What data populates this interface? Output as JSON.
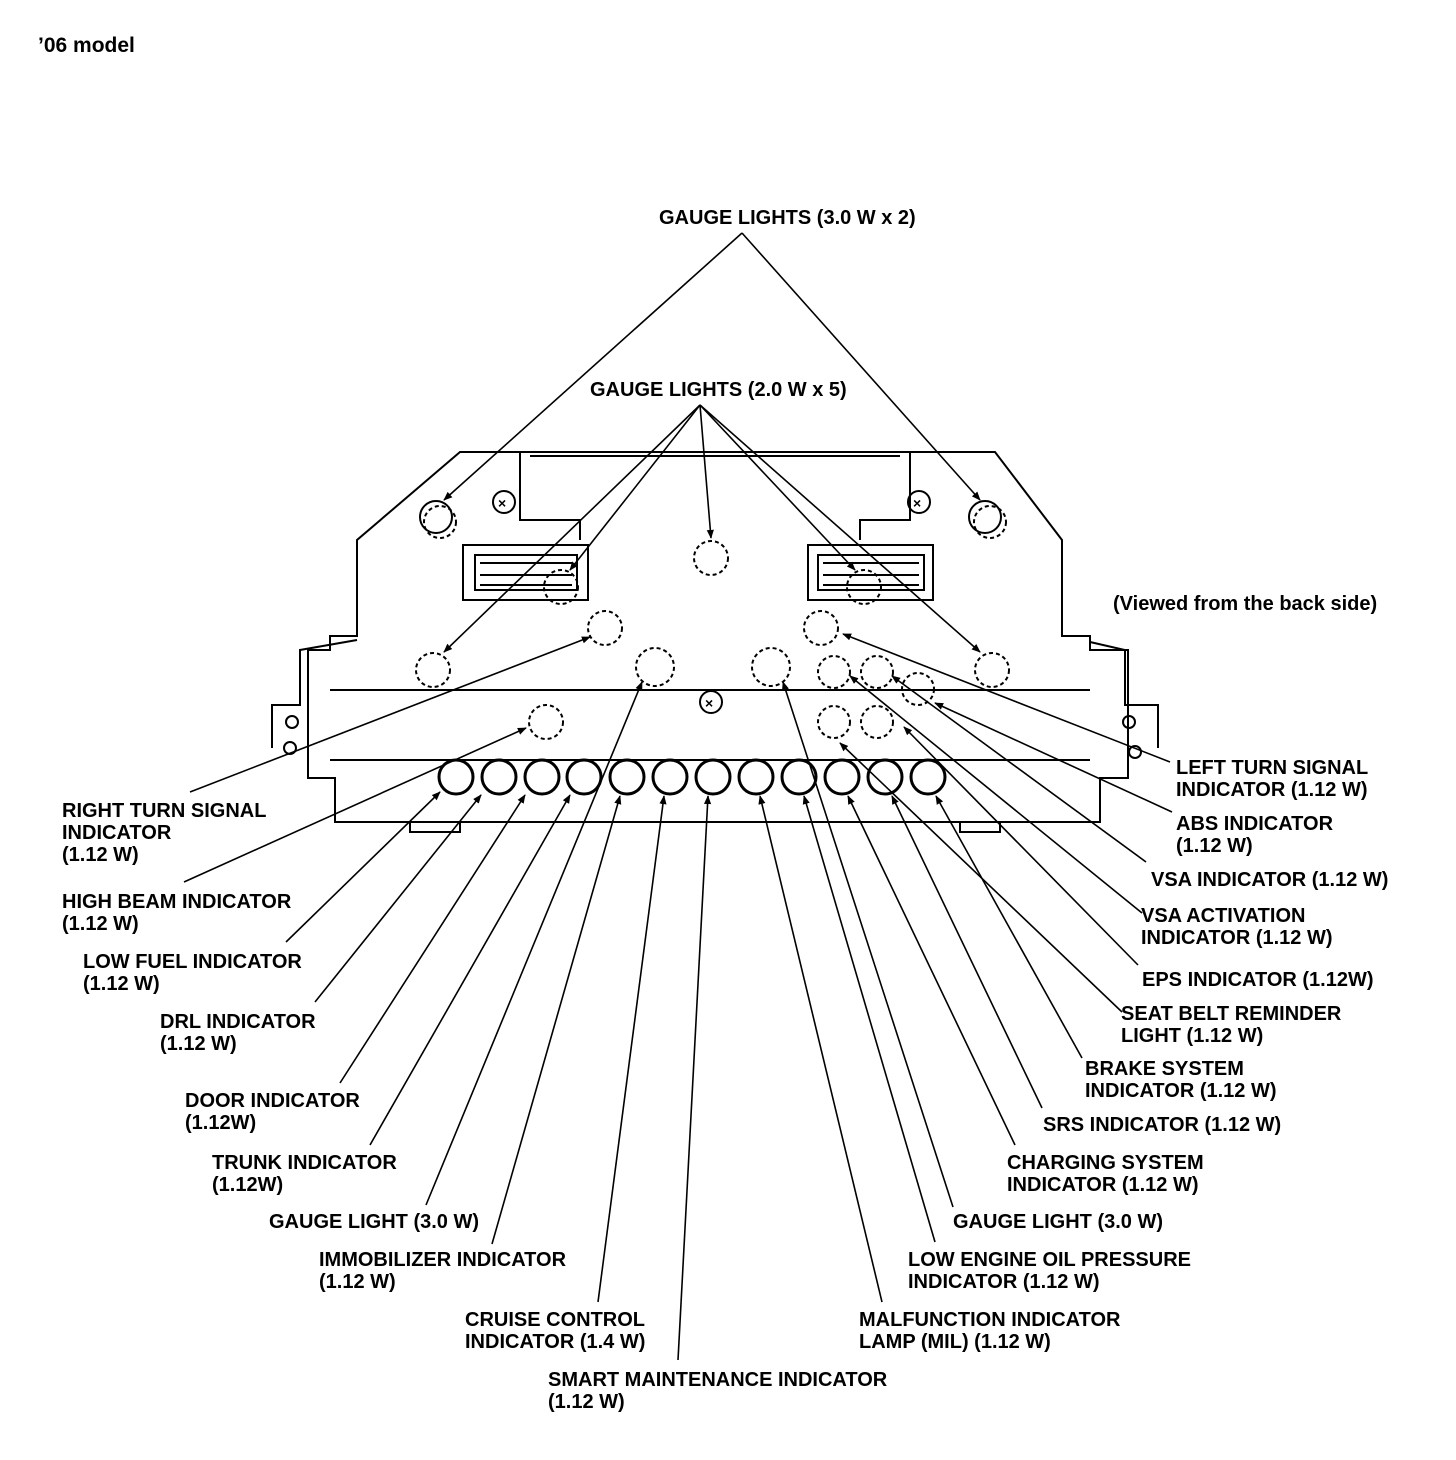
{
  "title": "’06 model",
  "view_note": "(Viewed from the back side)",
  "labels": {
    "gauge_lights_top": [
      "GAUGE LIGHTS (3.0 W x 2)"
    ],
    "gauge_lights_mid": [
      "GAUGE LIGHTS (2.0 W x 5)"
    ],
    "right_turn": [
      "RIGHT TURN SIGNAL",
      "INDICATOR",
      "(1.12 W)"
    ],
    "high_beam": [
      "HIGH BEAM INDICATOR",
      "(1.12 W)"
    ],
    "low_fuel": [
      "LOW FUEL INDICATOR",
      "(1.12 W)"
    ],
    "drl": [
      "DRL INDICATOR",
      "(1.12 W)"
    ],
    "door": [
      "DOOR INDICATOR",
      "(1.12W)"
    ],
    "trunk": [
      "TRUNK INDICATOR",
      "(1.12W)"
    ],
    "gauge_light_left": [
      "GAUGE LIGHT (3.0 W)"
    ],
    "immobilizer": [
      "IMMOBILIZER INDICATOR",
      "(1.12 W)"
    ],
    "cruise": [
      "CRUISE CONTROL",
      "INDICATOR (1.4 W)"
    ],
    "smart_maint": [
      "SMART MAINTENANCE INDICATOR",
      "(1.12 W)"
    ],
    "left_turn": [
      "LEFT TURN SIGNAL",
      "INDICATOR (1.12 W)"
    ],
    "abs": [
      "ABS INDICATOR",
      "(1.12 W)"
    ],
    "vsa": [
      "VSA INDICATOR (1.12 W)"
    ],
    "vsa_act": [
      "VSA ACTIVATION",
      "INDICATOR (1.12 W)"
    ],
    "eps": [
      "EPS INDICATOR (1.12W)"
    ],
    "seat_belt": [
      "SEAT BELT REMINDER",
      "LIGHT (1.12 W)"
    ],
    "brake": [
      "BRAKE SYSTEM",
      "INDICATOR (1.12 W)"
    ],
    "srs": [
      "SRS INDICATOR (1.12 W)"
    ],
    "charging": [
      "CHARGING SYSTEM",
      "INDICATOR (1.12 W)"
    ],
    "gauge_light_right": [
      "GAUGE LIGHT (3.0 W)"
    ],
    "oil": [
      "LOW ENGINE OIL PRESSURE",
      "INDICATOR (1.12 W)"
    ],
    "mil": [
      "MALFUNCTION INDICATOR",
      "LAMP (MIL) (1.12 W)"
    ]
  }
}
